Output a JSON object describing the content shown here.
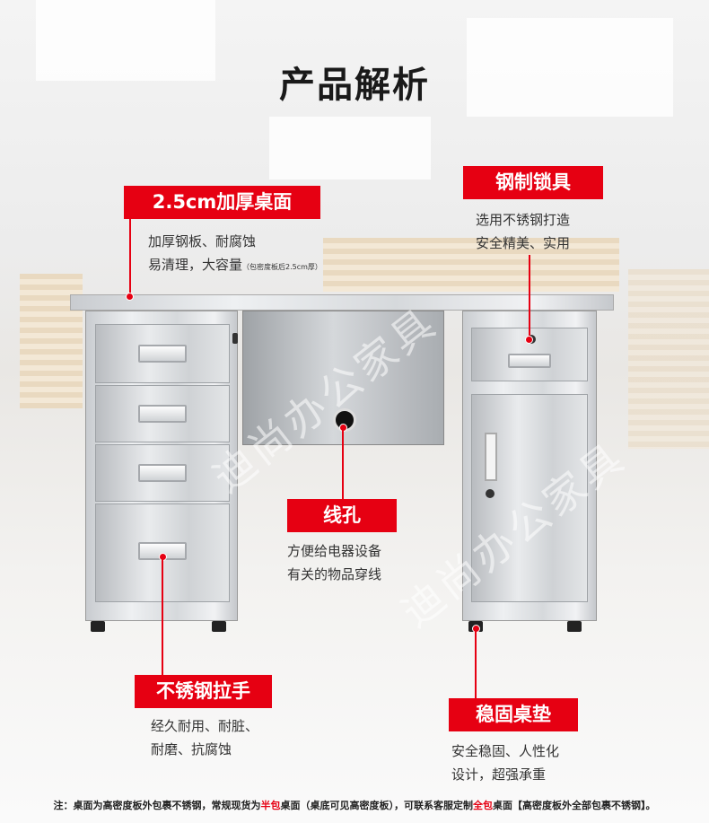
{
  "title": "产品解析",
  "watermark": "迪尚办公家具",
  "colors": {
    "accent": "#e60012"
  },
  "callouts": {
    "top": {
      "label": "2.5cm加厚桌面",
      "line1": "加厚钢板、耐腐蚀",
      "line2": "易清理，大容量",
      "note": "（包密度板后2.5cm厚）"
    },
    "lock": {
      "label": "钢制锁具",
      "line1": "选用不锈钢打造",
      "line2": "安全精美、实用"
    },
    "hole": {
      "label": "线孔",
      "line1": "方便给电器设备",
      "line2": "有关的物品穿线"
    },
    "handle": {
      "label": "不锈钢拉手",
      "line1": "经久耐用、耐脏、",
      "line2": "耐磨、抗腐蚀"
    },
    "pad": {
      "label": "稳固桌垫",
      "line1": "安全稳固、人性化",
      "line2": "设计，超强承重"
    }
  },
  "footer": {
    "p1": "注：桌面为高密度板外包裹不锈钢，常规现货为",
    "h1": "半包",
    "p2": "桌面（桌底可见高密度板），可联系客服定制",
    "h2": "全包",
    "p3": "桌面【高密度板外全部包裹不锈钢】。"
  }
}
